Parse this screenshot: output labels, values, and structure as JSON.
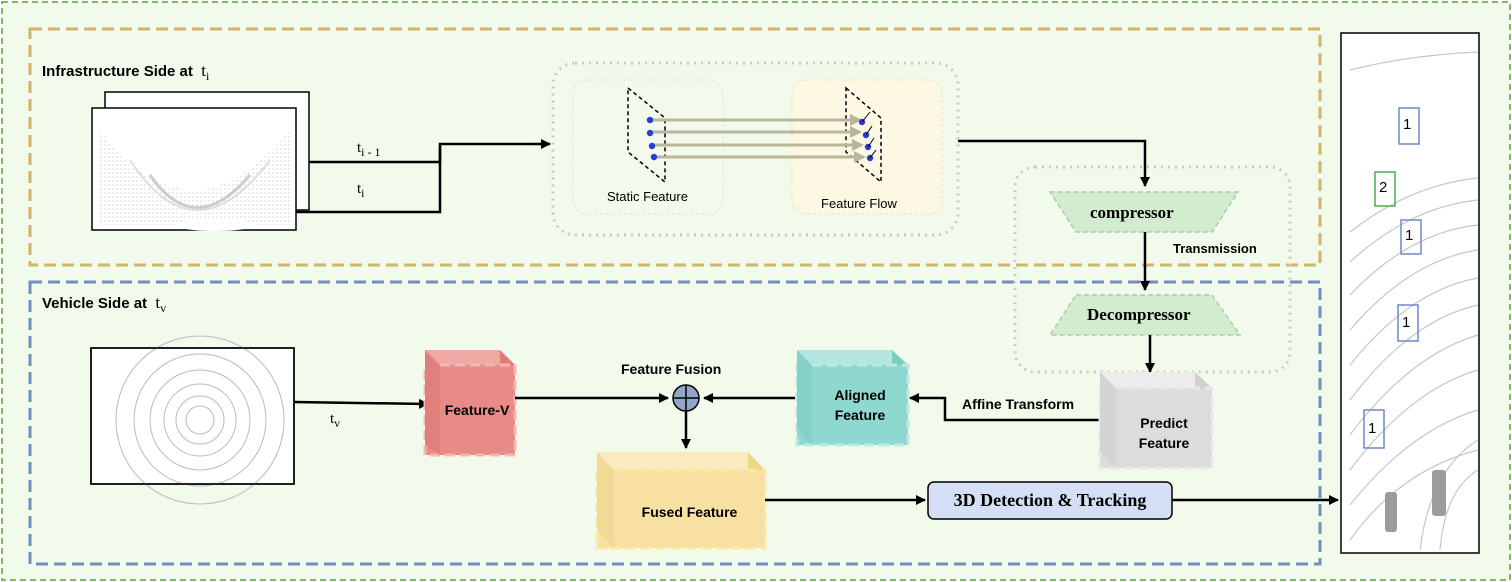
{
  "infra": {
    "title": "Infrastructure Side at",
    "title_var": "t",
    "title_sub": "i",
    "label_prev_t": "t",
    "label_prev_sub": "i - 1",
    "label_cur_t": "t",
    "label_cur_sub": "i",
    "static_feature": "Static Feature",
    "feature_flow": "Feature Flow"
  },
  "transmission": {
    "compressor": "compressor",
    "label": "Transmission",
    "decompressor": "Decompressor"
  },
  "vehicle": {
    "title": "Vehicle Side at",
    "title_var": "t",
    "title_sub": "v",
    "label_t": "t",
    "label_sub": "v",
    "feature_v": "Feature-V",
    "feature_fusion": "Feature Fusion",
    "aligned_feature": [
      "Aligned",
      "Feature"
    ],
    "affine_transform": "Affine Transform",
    "predict_feature": [
      "Predict",
      "Feature"
    ],
    "fused_feature": "Fused Feature",
    "detection": "3D Detection & Tracking"
  },
  "result": {
    "track_ids": [
      "1",
      "2",
      "1",
      "1",
      "1"
    ]
  },
  "colors": {
    "outer_border": "#7dbb5c",
    "background": "#f2faec",
    "infra_border": "#d4b26a",
    "vehicle_border": "#6f8fbf",
    "feature_v": "#e88a86",
    "aligned": "#8fd8cf",
    "fused": "#f7e0a2",
    "predict": "#dcdcdc",
    "compressor": "#d3ecd0",
    "detection_box": "#d4dff5"
  }
}
